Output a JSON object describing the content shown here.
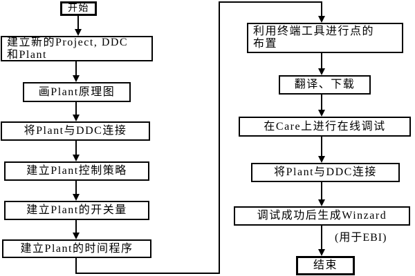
{
  "flowchart": {
    "type": "flowchart",
    "layout": "two columns, top-to-bottom flow; left column feeds right column via bottom-right-top connector",
    "colors": {
      "background": "#ffffff",
      "line": "#000000",
      "box_border": "#000000",
      "box_fill": "#ffffff",
      "text": "#000000"
    },
    "nodes": {
      "start": "开始",
      "create_project": "建立新的Project, DDC\n和Plant",
      "draw_plant_diagram": "画Plant原理图",
      "connect_plant_ddc": "将Plant与DDC连接",
      "create_control_strategy": "建立Plant控制策略",
      "create_switch_quantity": "建立Plant的开关量",
      "create_time_program": "建立Plant的时间程序",
      "terminal_tool_points": "利用终端工具进行点的\n布置",
      "translate_download": "翻译、下载",
      "online_debug_care": "在Care上进行在线调试",
      "connect_plant_ddc_2": "将Plant与DDC连接",
      "generate_winzard": "调试成功后生成Winzard",
      "winzard_note": "(用于EBI)",
      "end": "结束"
    },
    "edges": [
      {
        "from": "start",
        "to": "create_project"
      },
      {
        "from": "create_project",
        "to": "draw_plant_diagram"
      },
      {
        "from": "draw_plant_diagram",
        "to": "connect_plant_ddc"
      },
      {
        "from": "connect_plant_ddc",
        "to": "create_control_strategy"
      },
      {
        "from": "create_control_strategy",
        "to": "create_switch_quantity"
      },
      {
        "from": "create_switch_quantity",
        "to": "create_time_program"
      },
      {
        "from": "create_time_program",
        "to": "terminal_tool_points",
        "route": "down, right along bottom, up left of right column, right along top, down"
      },
      {
        "from": "terminal_tool_points",
        "to": "translate_download"
      },
      {
        "from": "translate_download",
        "to": "online_debug_care"
      },
      {
        "from": "online_debug_care",
        "to": "connect_plant_ddc_2"
      },
      {
        "from": "connect_plant_ddc_2",
        "to": "generate_winzard"
      },
      {
        "from": "generate_winzard",
        "to": "end",
        "label": "(用于EBI)"
      }
    ]
  }
}
